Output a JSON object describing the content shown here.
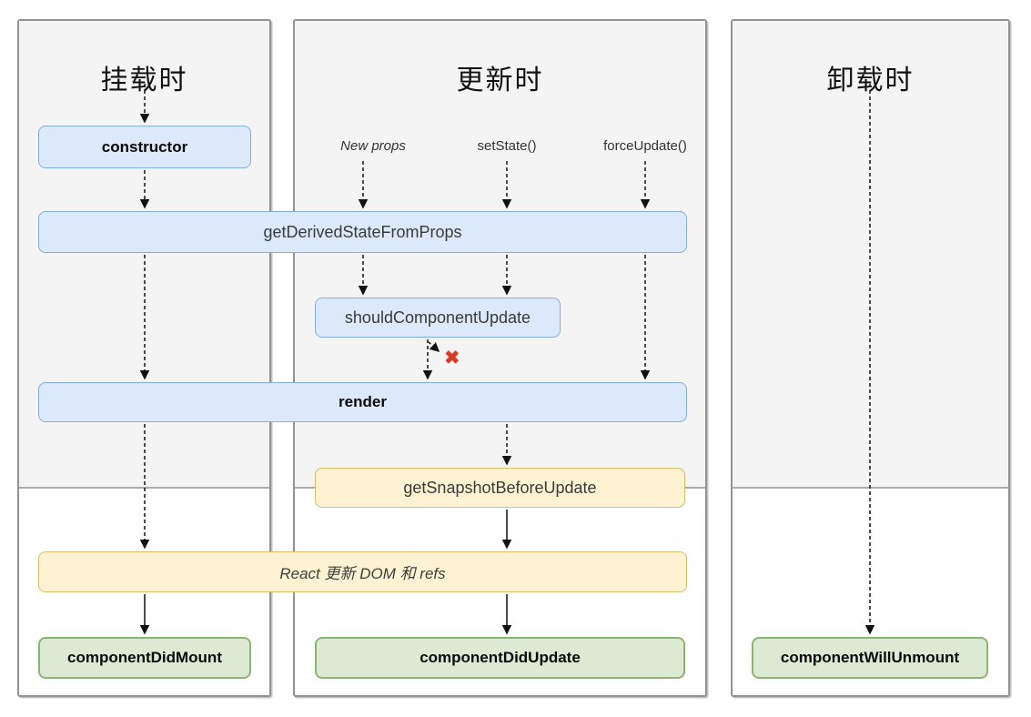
{
  "diagram": {
    "columns": [
      {
        "id": "mount",
        "title": "挂载时"
      },
      {
        "id": "update",
        "title": "更新时"
      },
      {
        "id": "unmount",
        "title": "卸载时"
      }
    ],
    "triggers": {
      "new_props": "New props",
      "set_state": "setState()",
      "force_update": "forceUpdate()"
    },
    "nodes": {
      "constructor": "constructor",
      "get_derived_state_from_props": "getDerivedStateFromProps",
      "should_component_update": "shouldComponentUpdate",
      "render": "render",
      "get_snapshot_before_update": "getSnapshotBeforeUpdate",
      "react_updates_dom": "React 更新 DOM 和 refs",
      "component_did_mount": "componentDidMount",
      "component_did_update": "componentDidUpdate",
      "component_will_unmount": "componentWillUnmount"
    },
    "icons": {
      "cancel": "✖"
    },
    "colors": {
      "box_blue_fill": "#dbe9fb",
      "box_blue_border": "#85aede",
      "box_yellow_fill": "#fdf3d2",
      "box_yellow_border": "#d9bd6a",
      "box_green_fill": "#dcead4",
      "box_green_border": "#8cb573",
      "cancel_red": "#d93a21",
      "phase_top_bg": "#f4f4f4",
      "panel_border": "#939393"
    }
  }
}
